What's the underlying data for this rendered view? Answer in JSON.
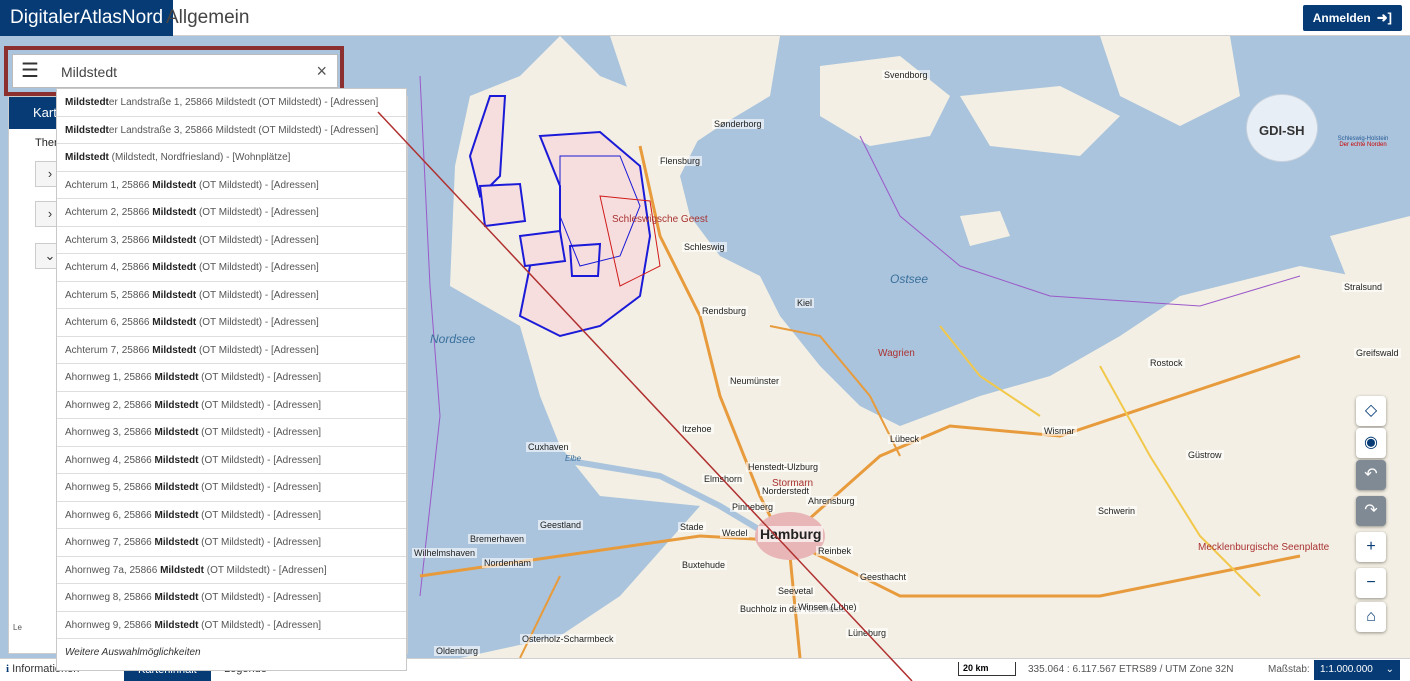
{
  "header": {
    "brand": "DigitalerAtlasNord",
    "portal_title": "Allgemein",
    "login_label": "Anmelden",
    "login_icon": "sign-in-icon"
  },
  "search": {
    "value": "Mildstedt",
    "menu_icon": "hamburger-menu-icon",
    "clear_icon": "close-icon"
  },
  "suggestions": [
    {
      "bold": "Mildstedt",
      "rest": "er Landstraße 1, 25866 Mildstedt (OT Mildstedt) - [Adressen]"
    },
    {
      "bold": "Mildstedt",
      "rest": "er Landstraße 3, 25866 Mildstedt (OT Mildstedt) - [Adressen]"
    },
    {
      "bold": "Mildstedt",
      "rest": " (Mildstedt, Nordfriesland) - [Wohnplätze]"
    },
    {
      "pre": "Achterum 1, 25866 ",
      "bold": "Mildstedt",
      "rest": " (OT Mildstedt) - [Adressen]"
    },
    {
      "pre": "Achterum 2, 25866 ",
      "bold": "Mildstedt",
      "rest": " (OT Mildstedt) - [Adressen]"
    },
    {
      "pre": "Achterum 3, 25866 ",
      "bold": "Mildstedt",
      "rest": " (OT Mildstedt) - [Adressen]"
    },
    {
      "pre": "Achterum 4, 25866 ",
      "bold": "Mildstedt",
      "rest": " (OT Mildstedt) - [Adressen]"
    },
    {
      "pre": "Achterum 5, 25866 ",
      "bold": "Mildstedt",
      "rest": " (OT Mildstedt) - [Adressen]"
    },
    {
      "pre": "Achterum 6, 25866 ",
      "bold": "Mildstedt",
      "rest": " (OT Mildstedt) - [Adressen]"
    },
    {
      "pre": "Achterum 7, 25866 ",
      "bold": "Mildstedt",
      "rest": " (OT Mildstedt) - [Adressen]"
    },
    {
      "pre": "Ahornweg 1, 25866 ",
      "bold": "Mildstedt",
      "rest": " (OT Mildstedt) - [Adressen]"
    },
    {
      "pre": "Ahornweg 2, 25866 ",
      "bold": "Mildstedt",
      "rest": " (OT Mildstedt) - [Adressen]"
    },
    {
      "pre": "Ahornweg 3, 25866 ",
      "bold": "Mildstedt",
      "rest": " (OT Mildstedt) - [Adressen]"
    },
    {
      "pre": "Ahornweg 4, 25866 ",
      "bold": "Mildstedt",
      "rest": " (OT Mildstedt) - [Adressen]"
    },
    {
      "pre": "Ahornweg 5, 25866 ",
      "bold": "Mildstedt",
      "rest": " (OT Mildstedt) - [Adressen]"
    },
    {
      "pre": "Ahornweg 6, 25866 ",
      "bold": "Mildstedt",
      "rest": " (OT Mildstedt) - [Adressen]"
    },
    {
      "pre": "Ahornweg 7, 25866 ",
      "bold": "Mildstedt",
      "rest": " (OT Mildstedt) - [Adressen]"
    },
    {
      "pre": "Ahornweg 7a, 25866 ",
      "bold": "Mildstedt",
      "rest": " (OT Mildstedt) - [Adressen]"
    },
    {
      "pre": "Ahornweg 8, 25866 ",
      "bold": "Mildstedt",
      "rest": " (OT Mildstedt) - [Adressen]"
    },
    {
      "pre": "Ahornweg 9, 25866 ",
      "bold": "Mildstedt",
      "rest": " (OT Mildstedt) - [Adressen]"
    }
  ],
  "more_options": "Weitere Auswahlmöglichkeiten",
  "left_panel": {
    "title_partial": "Kart",
    "themes_partial": "Ther",
    "legend_partial": "Le"
  },
  "map": {
    "places": [
      "Svendborg",
      "Sønderborg",
      "Flensburg",
      "Schleswig",
      "Rendsburg",
      "Kiel",
      "Neumünster",
      "Itzehoe",
      "Lübeck",
      "Wismar",
      "Rostock",
      "Güstrow",
      "Schwerin",
      "Cuxhaven",
      "Bremerhaven",
      "Hamburg",
      "Stade",
      "Buxtehude",
      "Wedel",
      "Pinneberg",
      "Elmshorn",
      "Norderstedt",
      "Ahrensburg",
      "Henstedt-Ulzburg",
      "Reinbek",
      "Geesthacht",
      "Seevetal",
      "Buchholz in der Nordheide",
      "Winsen (Luhe)",
      "Lüneburg",
      "Nordenham",
      "Wilhelmshaven",
      "Oldenburg",
      "Osterholz-Scharmbeck",
      "Geestland",
      "Stralsund",
      "Greifswald"
    ],
    "seas": [
      "Nordsee",
      "Ostsee",
      "Elbe"
    ],
    "regions": [
      "Schleswigsche Geest",
      "Stormarn",
      "Wagrien",
      "Mecklenburgische Seenplatte"
    ],
    "logo_text": "GDI-SH",
    "sh_brand": "Schleswig-Holstein",
    "sh_slogan": "Der echte Norden",
    "colors": {
      "primary": "#063b75",
      "highlight": "#8b2f2f",
      "sea": "#a9c4dc",
      "land": "#f3efe4"
    }
  },
  "controls": [
    {
      "name": "locate-icon",
      "glyph": "◇",
      "style": "white"
    },
    {
      "name": "globe-icon",
      "glyph": "◉",
      "style": "white"
    },
    {
      "name": "undo-icon",
      "glyph": "↶",
      "style": "grey"
    },
    {
      "name": "redo-icon",
      "glyph": "↷",
      "style": "grey"
    },
    {
      "name": "zoom-in-icon",
      "glyph": "+",
      "style": "white"
    },
    {
      "name": "zoom-out-icon",
      "glyph": "−",
      "style": "white"
    },
    {
      "name": "home-icon",
      "glyph": "⌂",
      "style": "white"
    }
  ],
  "footer": {
    "info_tab": "Informationen",
    "info_close": "×",
    "content_tab": "Karteninhalt",
    "legend_tab": "Legende",
    "scalebar": "20 km",
    "coords": "335.064 : 6.117.567  ETRS89 / UTM Zone 32N",
    "scale_label": "Maßstab:",
    "scale_value": "1:1.000.000"
  }
}
